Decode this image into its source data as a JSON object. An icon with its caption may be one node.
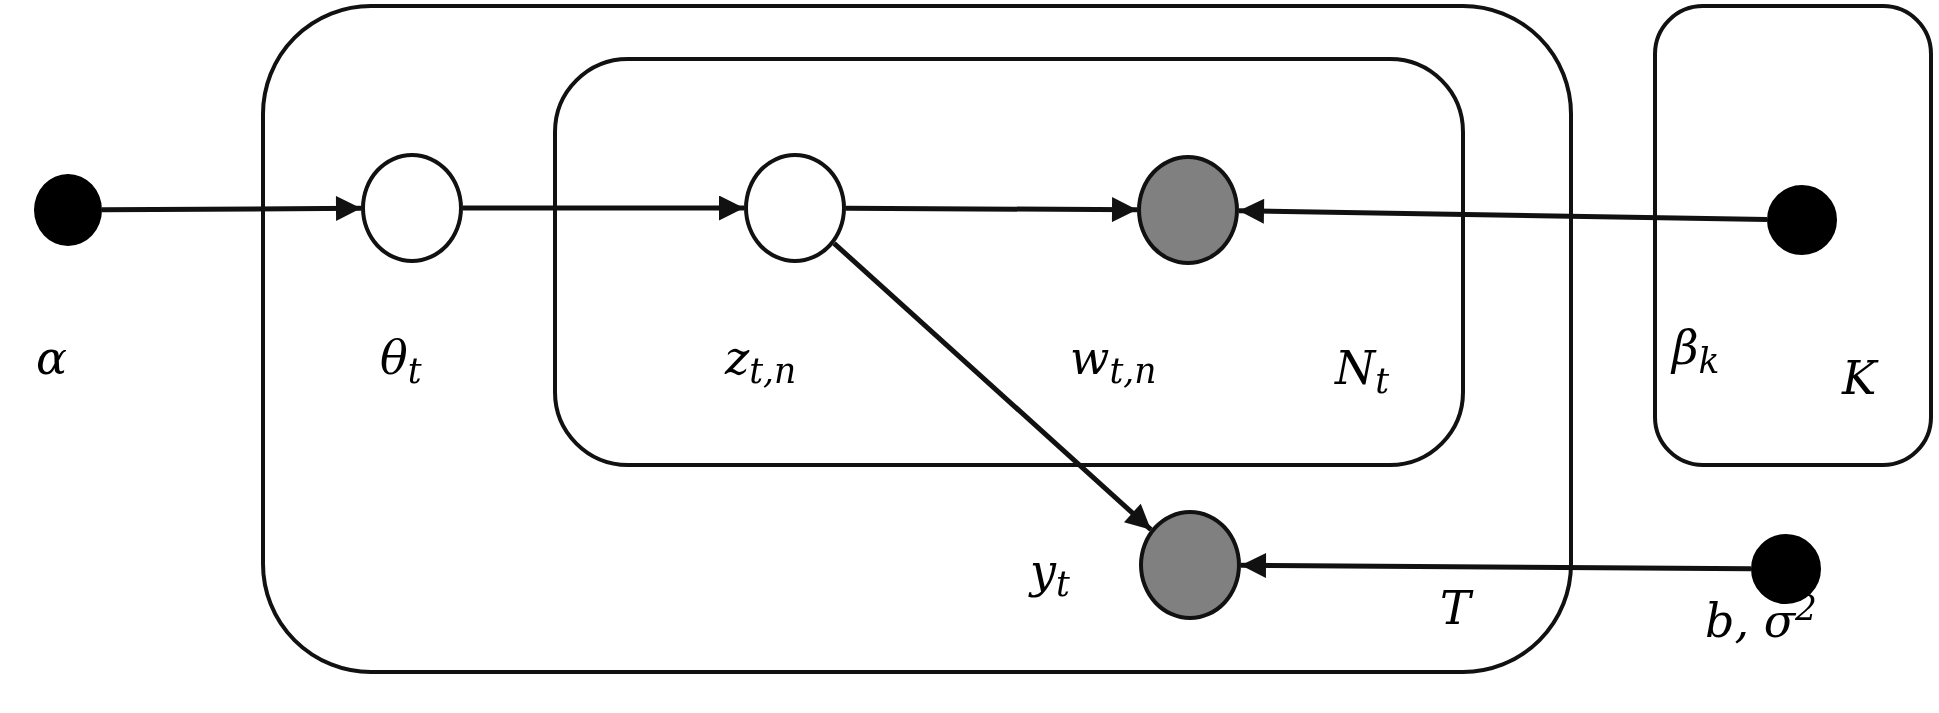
{
  "diagram": {
    "nodes": [
      {
        "text": [
          "α"
        ]
      },
      {
        "text": [
          "T"
        ]
      },
      {
        "text": [
          "θ$_{t}$"
        ],
        "in": 1
      },
      {
        "text": [
          "N$_{t}$"
        ],
        "in": 1
      },
      {
        "text": [
          "z$_{t,n}$"
        ],
        "in": 3
      },
      {
        "text": [
          "w$_{t,n}$"
        ],
        "in": 3
      },
      {
        "text": [
          "y$_{t}$"
        ],
        "in": 1
      },
      {
        "text": [
          "K"
        ]
      },
      {
        "text": [
          "β$_{k}$"
        ],
        "in": 7
      },
      {
        "text": [
          "b, σ$^{2}$"
        ]
      }
    ],
    "edges": [
      {
        "from": 0,
        "to": 2,
        "arrow": "to"
      },
      {
        "from": 2,
        "to": 4,
        "arrow": "to"
      },
      {
        "from": 4,
        "to": 5,
        "arrow": "to"
      },
      {
        "from": 8,
        "to": 5,
        "arrow": "to"
      },
      {
        "from": 4,
        "to": 6,
        "arrow": "to"
      },
      {
        "from": 9,
        "to": 6,
        "arrow": "to"
      }
    ]
  }
}
